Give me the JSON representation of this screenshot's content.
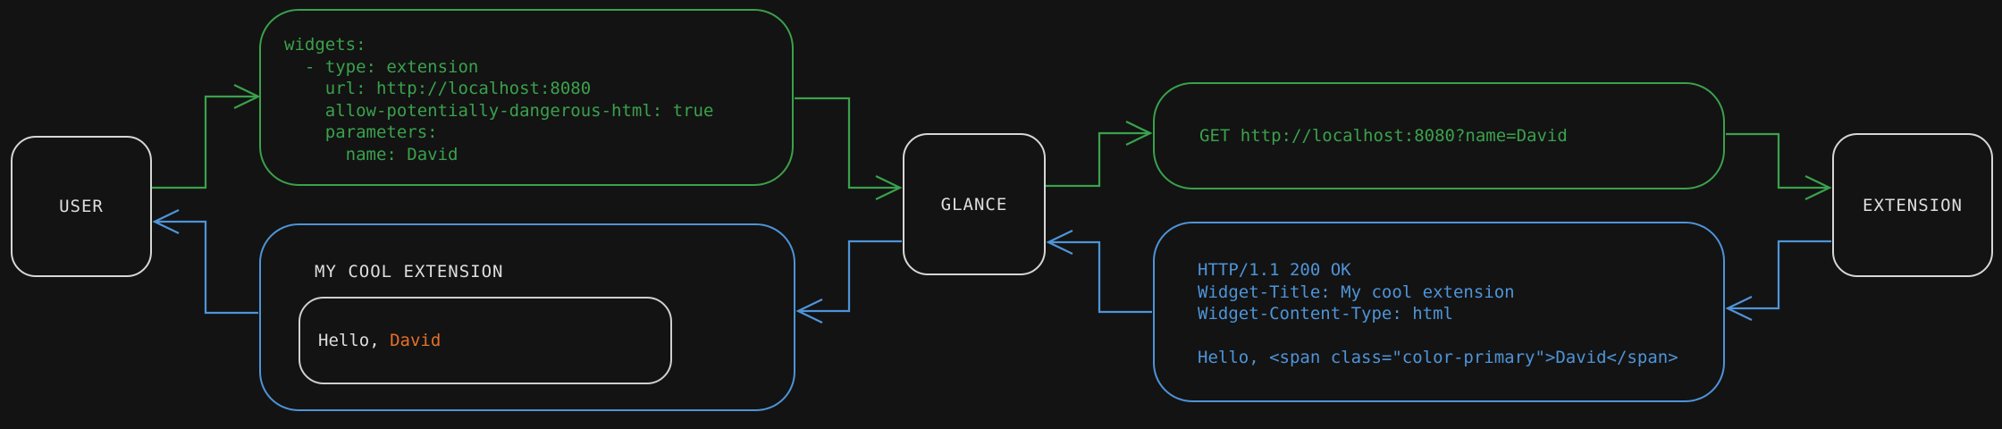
{
  "palette": {
    "bg": "#131313",
    "green": "#3aa14c",
    "blue": "#4e94d8",
    "orange": "#e4702a",
    "nodeborder": "#d6d6d4",
    "innerborder": "#cfcfcd",
    "nodetext": "#dedede"
  },
  "nodes": {
    "user": {
      "label": "USER"
    },
    "glance": {
      "label": "GLANCE"
    },
    "extension": {
      "label": "EXTENSION"
    }
  },
  "config_box": {
    "code": "widgets:\n  - type: extension\n    url: http://localhost:8080\n    allow-potentially-dangerous-html: true\n    parameters:\n      name: David"
  },
  "request_box": {
    "code": "GET http://localhost:8080?name=David"
  },
  "response_box": {
    "code": "HTTP/1.1 200 OK\nWidget-Title: My cool extension\nWidget-Content-Type: html\n\nHello, <span class=\"color-primary\">David</span>"
  },
  "widget_box": {
    "title": "MY COOL EXTENSION",
    "greeting_prefix": "Hello, ",
    "greeting_name": "David"
  }
}
